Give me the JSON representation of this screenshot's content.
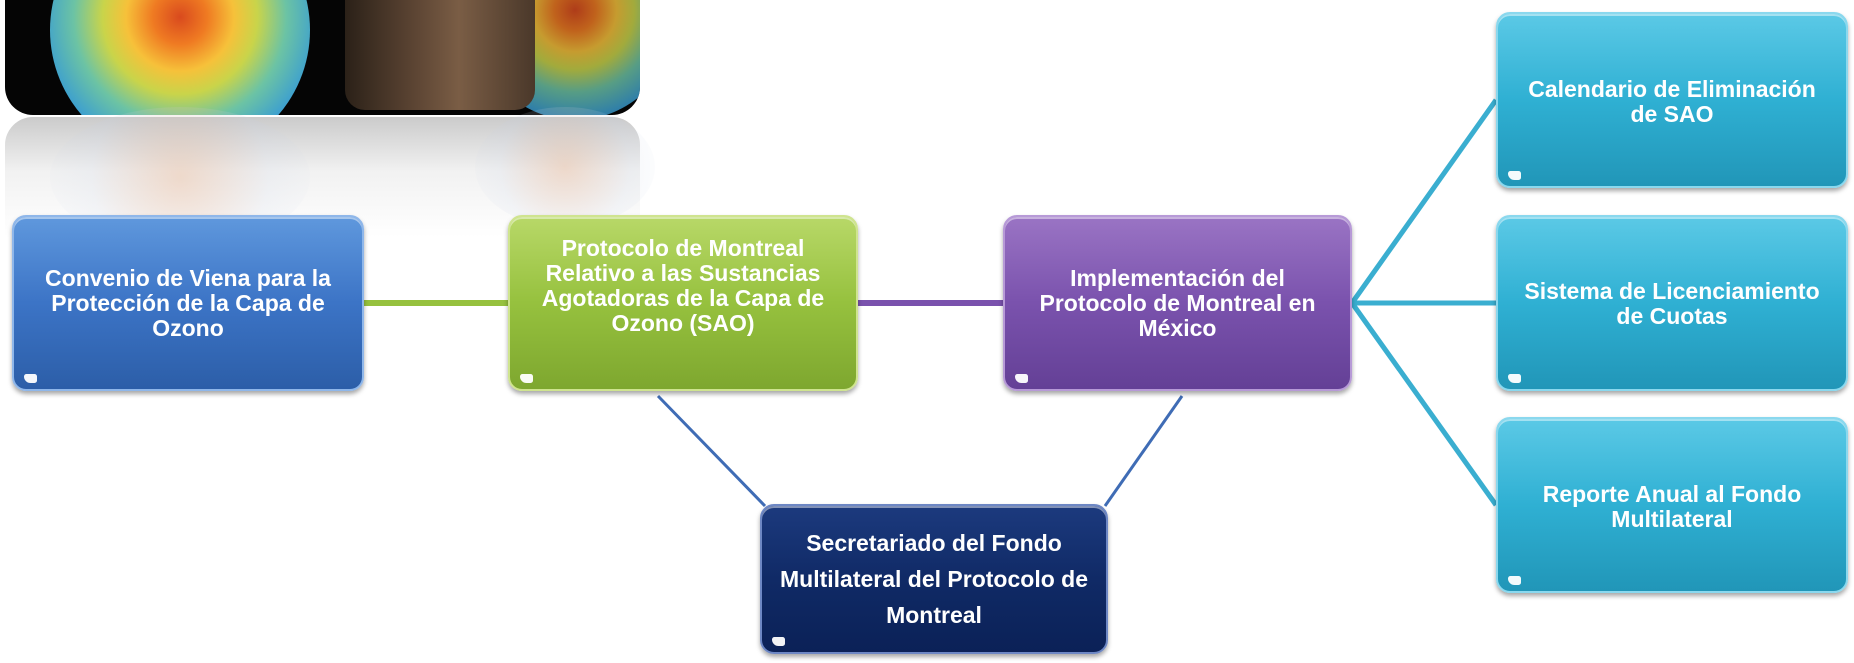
{
  "diagram": {
    "nodes": {
      "viena": "Convenio de Viena para la Protección de la Capa de Ozono",
      "montreal": "Protocolo de Montreal Relativo a las Sustancias Agotadoras de la Capa de Ozono (SAO)",
      "implementacion": "Implementación del Protocolo de Montreal  en México",
      "secretariado": "Secretariado del Fondo Multilateral del Protocolo de Montreal",
      "calendario": "Calendario de Eliminación de SAO",
      "licenciamiento": "Sistema de Licenciamiento de Cuotas",
      "reporte": "Reporte Anual al Fondo Multilateral"
    },
    "colors": {
      "viena": "#3c74c6",
      "montreal": "#96c13e",
      "implementacion": "#7a52ad",
      "secretariado": "#102a66",
      "teal_boxes": "#2fb0d3",
      "connector_green": "#96c13e",
      "connector_purple": "#7a52ad",
      "connector_blue": "#3f6cb5",
      "connector_teal": "#3aaed0"
    },
    "image": {
      "description_icon": "ozone-hole-photo-icon"
    }
  }
}
